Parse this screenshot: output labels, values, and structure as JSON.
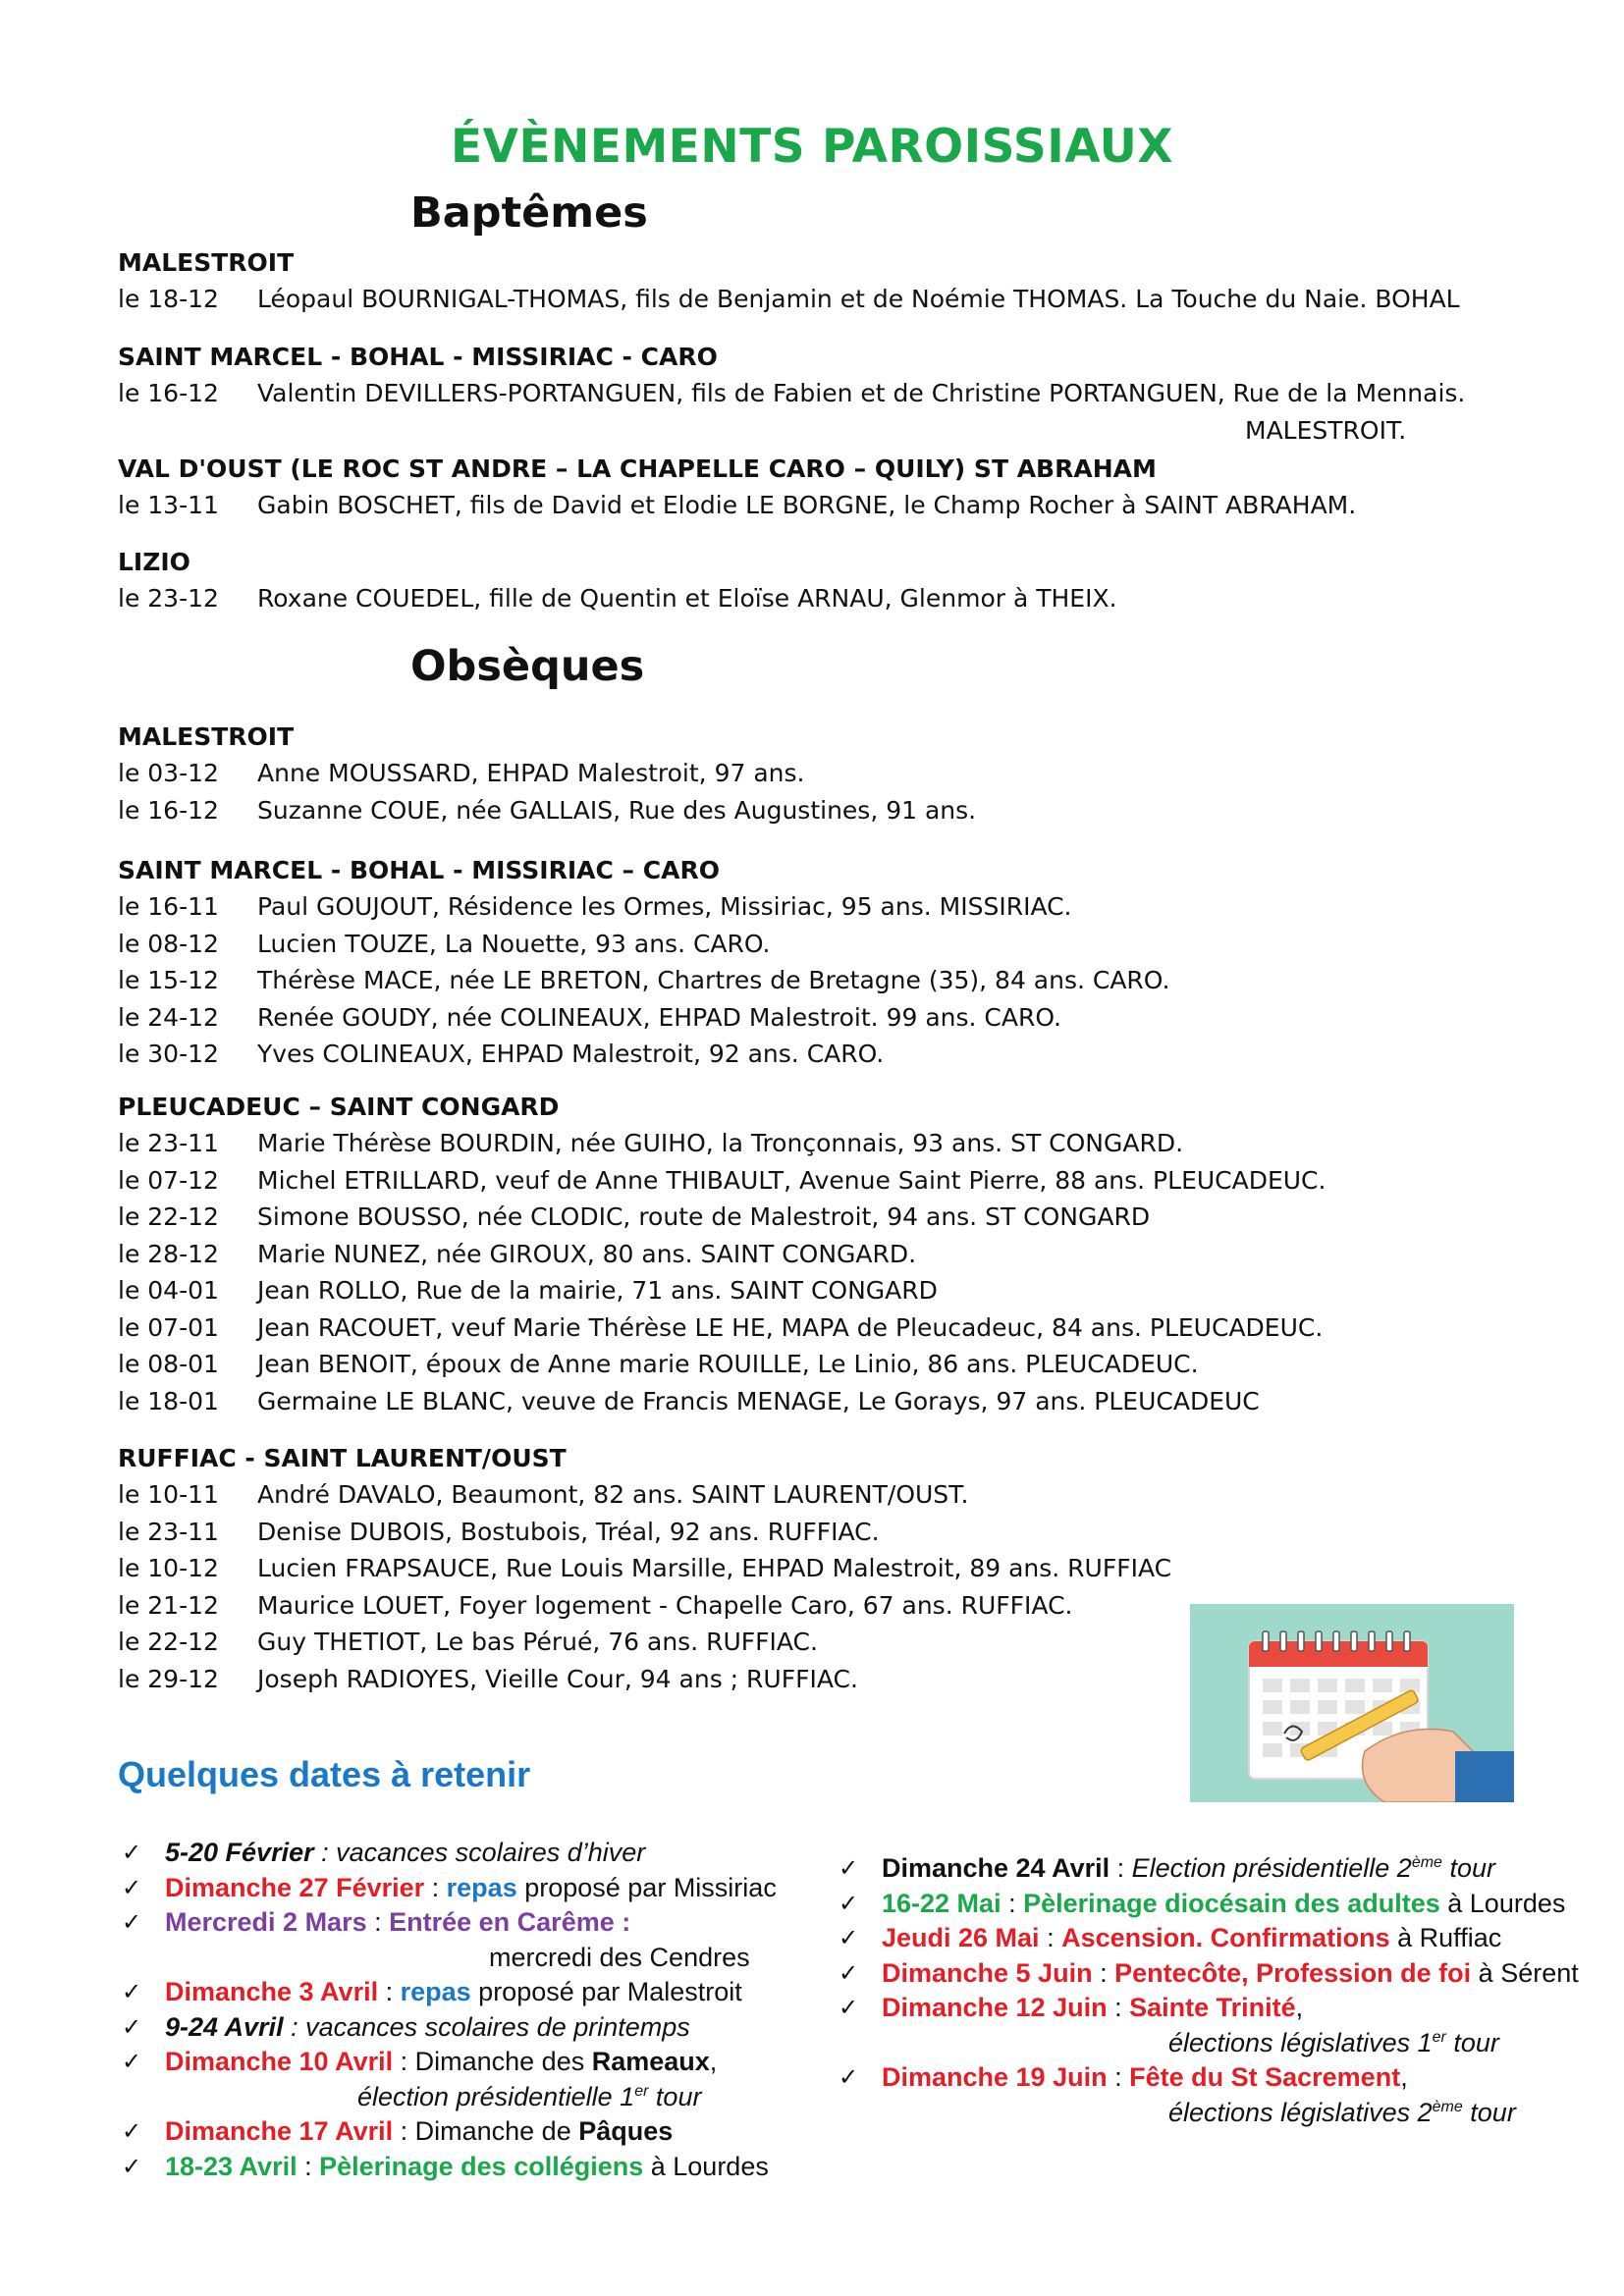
{
  "title": "ÉVÈNEMENTS PAROISSIAUX",
  "baptemes": {
    "heading": "Baptêmes",
    "groups": [
      {
        "name": "MALESTROIT",
        "entries": [
          {
            "date": "le 18-12",
            "text": "Léopaul BOURNIGAL-THOMAS, fils de Benjamin et de Noémie THOMAS. La Touche du Naie. BOHAL"
          }
        ]
      },
      {
        "name": "SAINT MARCEL - BOHAL - MISSIRIAC - CARO",
        "entries": [
          {
            "date": "le 16-12",
            "text": "Valentin DEVILLERS-PORTANGUEN, fils de Fabien et de Christine PORTANGUEN, Rue de la Mennais.",
            "continuation": "MALESTROIT."
          }
        ]
      },
      {
        "name": "VAL D'OUST (LE ROC ST ANDRE – LA CHAPELLE CARO – QUILY) ST ABRAHAM",
        "entries": [
          {
            "date": "le 13-11",
            "text": "Gabin BOSCHET, fils de David et Elodie LE BORGNE, le Champ Rocher à SAINT ABRAHAM."
          }
        ]
      },
      {
        "name": "LIZIO",
        "entries": [
          {
            "date": "le 23-12",
            "text": "Roxane COUEDEL, fille de Quentin et Eloïse ARNAU, Glenmor à THEIX."
          }
        ]
      }
    ]
  },
  "obseques": {
    "heading": "Obsèques",
    "groups": [
      {
        "name": "MALESTROIT",
        "entries": [
          {
            "date": "le 03-12",
            "text": "Anne MOUSSARD, EHPAD Malestroit, 97 ans."
          },
          {
            "date": "le 16-12",
            "text": "Suzanne COUE, née GALLAIS, Rue des Augustines, 91 ans."
          }
        ]
      },
      {
        "name": "SAINT MARCEL - BOHAL - MISSIRIAC – CARO",
        "entries": [
          {
            "date": "le 16-11",
            "text": "Paul GOUJOUT, Résidence les Ormes, Missiriac, 95 ans. MISSIRIAC."
          },
          {
            "date": "le 08-12",
            "text": "Lucien TOUZE, La Nouette, 93 ans. CARO."
          },
          {
            "date": "le 15-12",
            "text": "Thérèse MACE, née LE BRETON, Chartres de Bretagne (35), 84 ans. CARO."
          },
          {
            "date": "le 24-12",
            "text": "Renée GOUDY, née COLINEAUX, EHPAD Malestroit. 99 ans. CARO."
          },
          {
            "date": "le 30-12",
            "text": "Yves COLINEAUX, EHPAD Malestroit, 92 ans. CARO."
          }
        ]
      },
      {
        "name": "PLEUCADEUC – SAINT CONGARD",
        "entries": [
          {
            "date": "le 23-11",
            "text": "Marie Thérèse BOURDIN, née GUIHO, la Tronçonnais, 93 ans. ST CONGARD."
          },
          {
            "date": "le 07-12",
            "text": "Michel ETRILLARD, veuf de Anne THIBAULT, Avenue Saint Pierre, 88 ans. PLEUCADEUC."
          },
          {
            "date": "le 22-12",
            "text": "Simone BOUSSO, née CLODIC, route de Malestroit, 94 ans. ST CONGARD"
          },
          {
            "date": "le 28-12",
            "text": "Marie NUNEZ, née GIROUX, 80 ans. SAINT CONGARD."
          },
          {
            "date": "le 04-01",
            "text": "Jean ROLLO, Rue de la mairie, 71 ans. SAINT CONGARD"
          },
          {
            "date": "le 07-01",
            "text": "Jean RACOUET, veuf Marie Thérèse LE HE, MAPA de Pleucadeuc, 84 ans. PLEUCADEUC."
          },
          {
            "date": "le 08-01",
            "text": "Jean BENOIT, époux de Anne marie ROUILLE, Le Linio, 86 ans. PLEUCADEUC."
          },
          {
            "date": "le 18-01",
            "text": "Germaine LE BLANC, veuve de Francis MENAGE, Le Gorays, 97 ans. PLEUCADEUC"
          }
        ]
      },
      {
        "name": "RUFFIAC - SAINT LAURENT/OUST",
        "entries": [
          {
            "date": "le 10-11",
            "text": "André DAVALO, Beaumont, 82 ans. SAINT LAURENT/OUST."
          },
          {
            "date": "le 23-11",
            "text": "Denise DUBOIS, Bostubois, Tréal, 92 ans. RUFFIAC."
          },
          {
            "date": "le 10-12",
            "text": "Lucien FRAPSAUCE, Rue Louis Marsille, EHPAD Malestroit, 89 ans. RUFFIAC"
          },
          {
            "date": "le 21-12",
            "text": "Maurice LOUET, Foyer logement - Chapelle Caro, 67 ans. RUFFIAC."
          },
          {
            "date": "le 22-12",
            "text": "Guy THETIOT, Le bas Pérué, 76 ans. RUFFIAC."
          },
          {
            "date": "le 29-12",
            "text": "Joseph RADIOYES, Vieille Cour, 94 ans ; RUFFIAC."
          }
        ]
      }
    ]
  },
  "dates": {
    "heading": "Quelques dates à retenir",
    "check": "✓",
    "left": {
      "l1": {
        "date": "5-20 Février",
        "rest": " : vacances scolaires d’hiver"
      },
      "l2": {
        "date": "Dimanche 27 Février",
        "sep": " : ",
        "kw": "repas",
        "rest": " proposé par Missiriac"
      },
      "l3": {
        "date": "Mercredi 2 Mars",
        "sep": " : ",
        "kw": "Entrée en Carême :",
        "line2": "mercredi des Cendres"
      },
      "l4": {
        "date": "Dimanche 3 Avril",
        "sep": " : ",
        "kw": "repas",
        "rest": " proposé par Malestroit"
      },
      "l5": {
        "date": "9-24 Avril",
        "rest": " : vacances scolaires de printemps"
      },
      "l6": {
        "date": "Dimanche 10 Avril",
        "sep": " : ",
        "pre": "Dimanche des ",
        "kw": "Rameaux",
        "post": ",",
        "line2a": "élection présidentielle 1",
        "line2sup": "er",
        "line2b": " tour"
      },
      "l7": {
        "date": "Dimanche 17 Avril",
        "sep": " : ",
        "pre": "Dimanche de ",
        "kw": "Pâques"
      },
      "l8": {
        "date": "18-23 Avril",
        "sep": " : ",
        "kw": "Pèlerinage des collégiens",
        "rest": " à Lourdes"
      }
    },
    "right": {
      "r1": {
        "date": "Dimanche 24 Avril",
        "sep": " : ",
        "rest_a": "Election présidentielle 2",
        "rest_sup": "ème",
        "rest_b": " tour"
      },
      "r2": {
        "date": "16-22 Mai",
        "sep": " : ",
        "kw": "Pèlerinage diocésain des adultes",
        "rest": " à Lourdes"
      },
      "r3": {
        "date": "Jeudi 26 Mai",
        "sep": " : ",
        "kw": "Ascension. Confirmations",
        "rest": " à Ruffiac"
      },
      "r4": {
        "date": "Dimanche 5 Juin",
        "sep": " : ",
        "kw": "Pentecôte, Profession de foi",
        "rest": " à Sérent"
      },
      "r5": {
        "date": "Dimanche 12 Juin",
        "sep": " : ",
        "kw": "Sainte Trinité",
        "post": ",",
        "line2a": "élections législatives 1",
        "line2sup": "er",
        "line2b": " tour"
      },
      "r6": {
        "date": "Dimanche 19 Juin",
        "sep": " : ",
        "kw": "Fête du St Sacrement",
        "post": ",",
        "line2a": "élections législatives 2",
        "line2sup": "ème",
        "line2b": " tour"
      }
    },
    "colors": {
      "red": "#e41e26",
      "blue": "#1a78c8",
      "green": "#1aa84a",
      "purple": "#7b3fa0"
    },
    "image_icon": "calendar-pen-icon"
  }
}
